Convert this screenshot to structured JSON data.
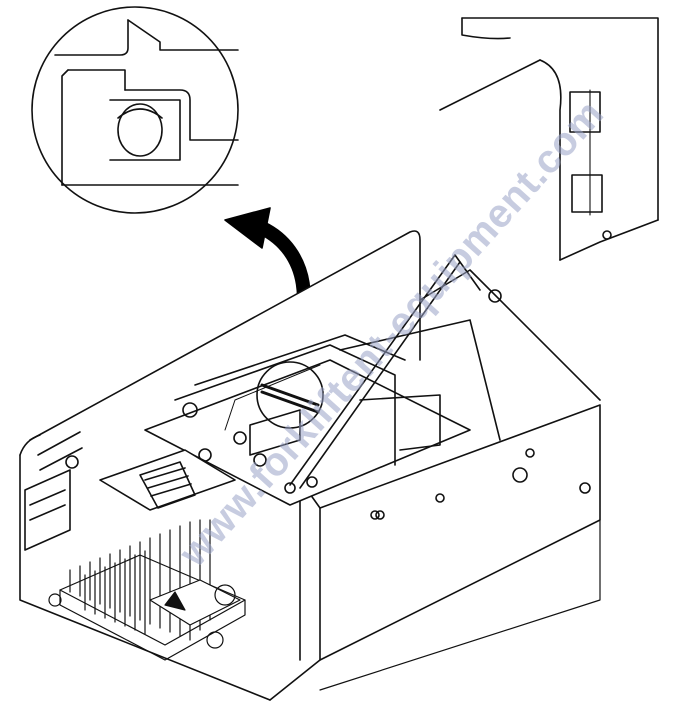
{
  "figure": {
    "kind": "technical line drawing",
    "description_items": [
      "detail-magnifier",
      "curved-arrow",
      "control-module",
      "bracket-frame",
      "mounting-rod",
      "inset-panel"
    ]
  },
  "watermark": {
    "text": "www.forkliftent-equipment.com",
    "color": "#9aa3c7"
  },
  "colors": {
    "line": "#111111",
    "fill": "#ffffff",
    "arrow": "#000000"
  }
}
